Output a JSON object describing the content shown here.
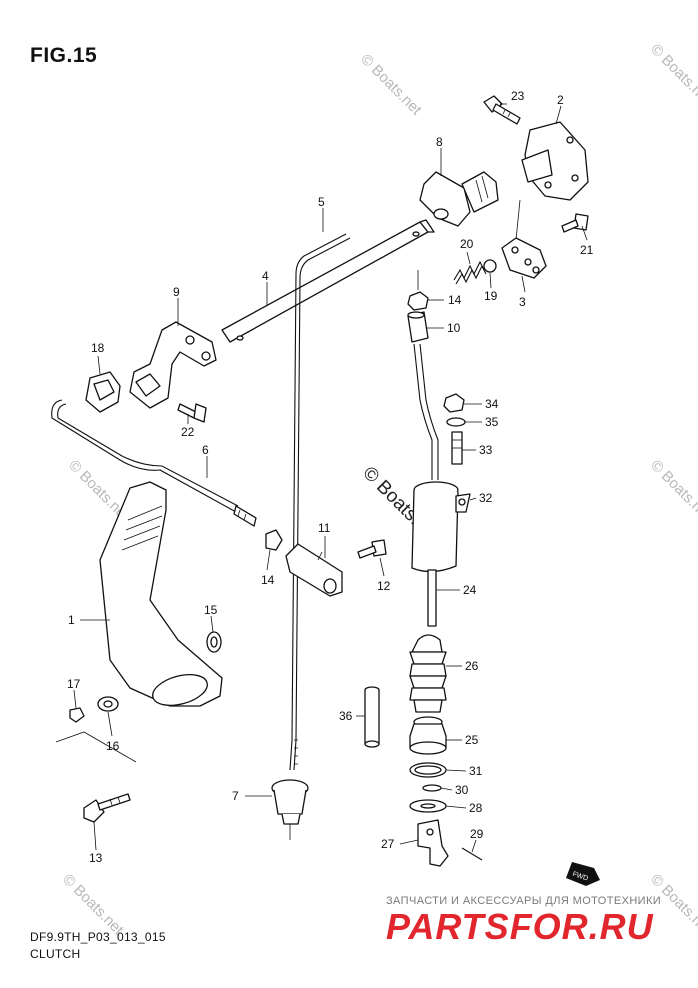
{
  "figure": {
    "title": "FIG.15",
    "code": "DF9.9TH_P03_013_015",
    "name": "CLUTCH"
  },
  "watermark": {
    "text": "© Boats.net"
  },
  "dealer": {
    "tagline": "ЗАПЧАСТИ И АКСЕССУАРЫ ДЛЯ МОТОТЕХНИКИ",
    "logo": "PARTSFOR.RU",
    "color": "#e1262d"
  },
  "fwd_label": "FWD",
  "callouts": [
    "1",
    "2",
    "3",
    "4",
    "5",
    "6",
    "7",
    "8",
    "9",
    "10",
    "11",
    "12",
    "13",
    "14",
    "14",
    "15",
    "16",
    "17",
    "18",
    "19",
    "20",
    "21",
    "22",
    "23",
    "24",
    "25",
    "26",
    "27",
    "28",
    "29",
    "30",
    "31",
    "32",
    "33",
    "34",
    "35",
    "36"
  ]
}
